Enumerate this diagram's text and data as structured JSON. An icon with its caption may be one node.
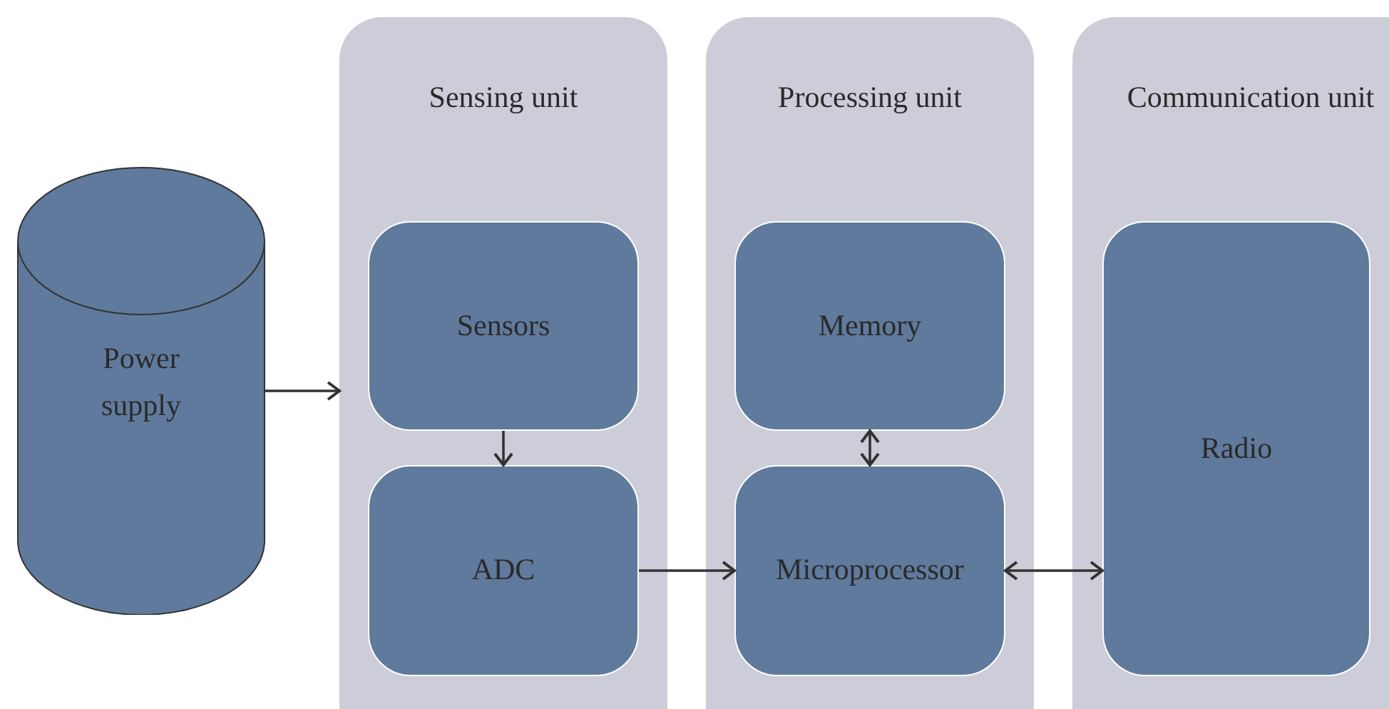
{
  "diagram": {
    "nodes": [
      {
        "text": [
          "Power supply"
        ]
      },
      {
        "text": [
          "Sensing unit"
        ]
      },
      {
        "text": [
          "Sensors"
        ],
        "in": 1
      },
      {
        "text": [
          "ADC"
        ],
        "in": 1
      },
      {
        "text": [
          "Processing unit"
        ]
      },
      {
        "text": [
          "Memory"
        ],
        "in": 4
      },
      {
        "text": [
          "Microprocessor"
        ],
        "in": 4
      },
      {
        "text": [
          "Communication unit"
        ]
      },
      {
        "text": [
          "Radio"
        ],
        "in": 7
      }
    ],
    "edges": [
      {
        "from": 0,
        "to": 1,
        "arrow": "to"
      },
      {
        "from": 2,
        "to": 3,
        "arrow": "to"
      },
      {
        "from": 3,
        "to": 6,
        "arrow": "to"
      },
      {
        "from": 5,
        "to": 6,
        "arrow": "both"
      },
      {
        "from": 6,
        "to": 8,
        "arrow": "both"
      }
    ]
  }
}
